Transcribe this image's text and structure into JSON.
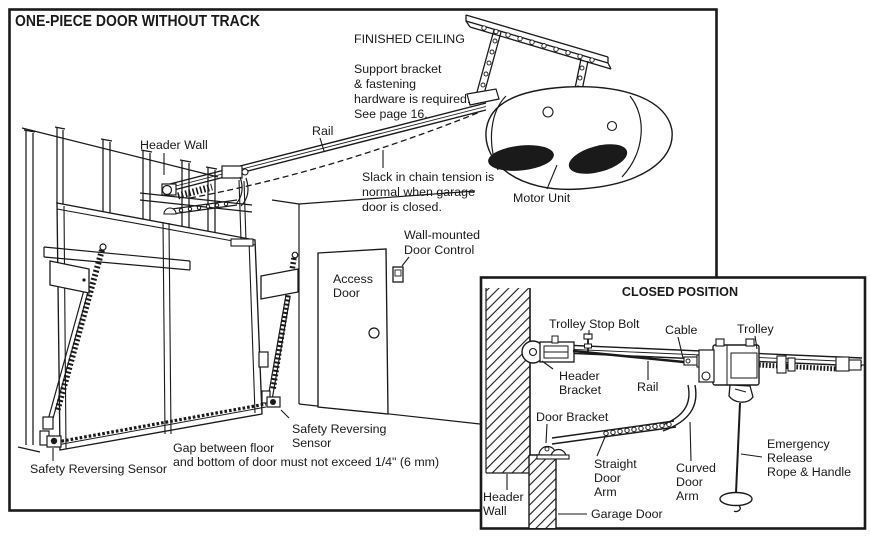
{
  "colors": {
    "ink": "#1a1a1a",
    "paper": "#ffffff"
  },
  "main": {
    "title": "ONE-PIECE DOOR WITHOUT TRACK",
    "finished_ceiling": "FINISHED CEILING",
    "support_note": [
      "Support bracket",
      "& fastening",
      "hardware is required.",
      "See page 16."
    ],
    "header_wall": "Header Wall",
    "rail": "Rail",
    "slack_note": [
      "Slack in chain tension is",
      "normal when garage",
      "door is closed."
    ],
    "motor_unit": "Motor Unit",
    "wall_control": [
      "Wall-mounted",
      "Door Control"
    ],
    "access_door": [
      "Access",
      "Door"
    ],
    "sensor_right": [
      "Safety Reversing",
      "Sensor"
    ],
    "sensor_left": "Safety Reversing Sensor",
    "gap_note": [
      "Gap between floor",
      "and bottom of door must not exceed 1/4\" (6 mm)"
    ]
  },
  "inset": {
    "title": "CLOSED POSITION",
    "trolley_stop_bolt": "Trolley Stop Bolt",
    "cable": "Cable",
    "trolley": "Trolley",
    "header_bracket": [
      "Header",
      "Bracket"
    ],
    "rail": "Rail",
    "door_bracket": "Door Bracket",
    "straight_door_arm": [
      "Straight",
      "Door",
      "Arm"
    ],
    "curved_door_arm": [
      "Curved",
      "Door",
      "Arm"
    ],
    "emergency_release": [
      "Emergency",
      "Release",
      "Rope & Handle"
    ],
    "header_wall": [
      "Header",
      "Wall"
    ],
    "garage_door": "Garage Door"
  }
}
